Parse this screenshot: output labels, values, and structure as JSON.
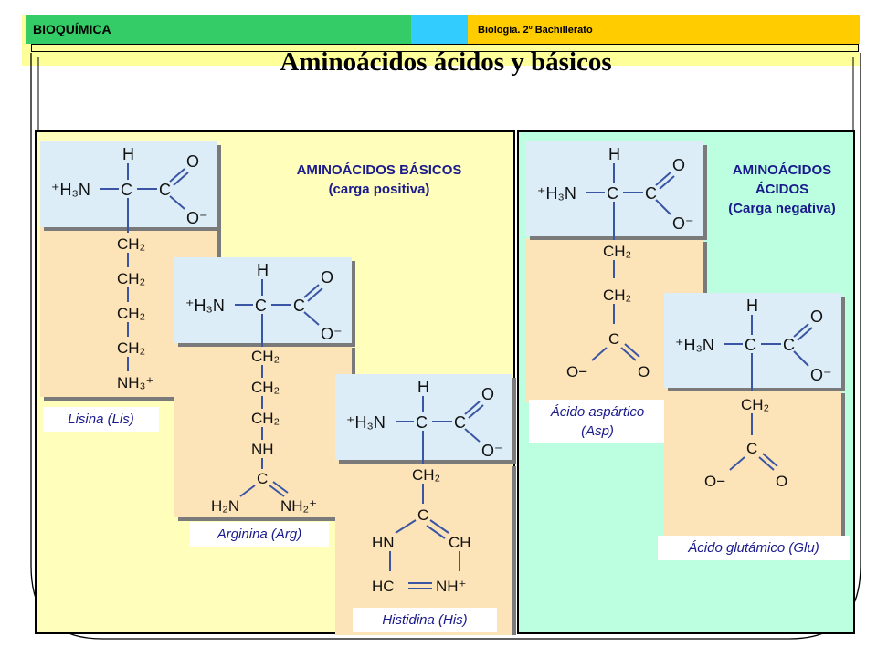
{
  "header": {
    "left_label": "BIOQUÍMICA",
    "right_label": "Biología. 2º Bachillerato"
  },
  "title": "Aminoácidos ácidos y básicos",
  "groups": {
    "basic": {
      "line1": "AMINOÁCIDOS BÁSICOS",
      "line2": "(carga positiva)"
    },
    "acidic": {
      "line1": "AMINOÁCIDOS",
      "line2": "ÁCIDOS",
      "line3": "(Carga negativa)"
    }
  },
  "amino_acids": [
    {
      "name": "Lisina (Lis)",
      "side_chain": [
        "CH2",
        "CH2",
        "CH2",
        "CH2",
        "NH3+"
      ]
    },
    {
      "name": "Arginina (Arg)",
      "side_chain": [
        "CH2",
        "CH2",
        "CH2",
        "NH",
        "C",
        "H2N",
        "NH2+"
      ]
    },
    {
      "name": "Histidina (His)",
      "side_chain": [
        "CH2",
        "C",
        "HN",
        "CH",
        "HC",
        "NH+"
      ]
    },
    {
      "name_line1": "Ácido aspártico",
      "name_line2": "(Asp)",
      "side_chain": [
        "CH2",
        "CH2",
        "C",
        "O−",
        "O"
      ]
    },
    {
      "name": "Ácido glutámico (Glu)",
      "side_chain": [
        "CH2",
        "C",
        "O−",
        "O"
      ]
    }
  ],
  "colors": {
    "box_blue": "#dcedf7",
    "box_tan": "#fde4b8",
    "bond_blue": "#3a55a3",
    "text_navy": "#1a1a8c"
  }
}
